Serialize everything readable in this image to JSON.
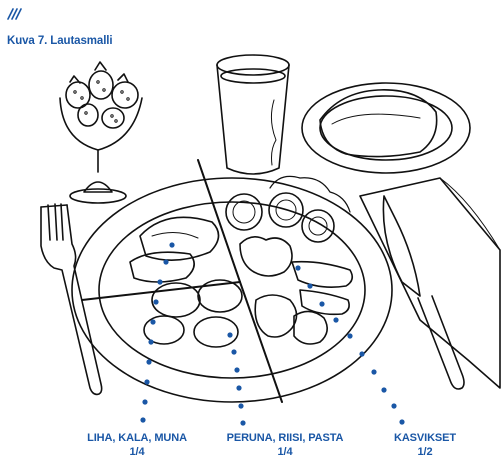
{
  "figure": {
    "title": "Kuva 7. Lautasmalli"
  },
  "labels": [
    {
      "name": "LIHA, KALA, MUNA",
      "fraction": "1/4"
    },
    {
      "name": "PERUNA, RIISI, PASTA",
      "fraction": "1/4"
    },
    {
      "name": "KASVIKSET",
      "fraction": "1/2"
    }
  ],
  "colors": {
    "accent": "#1a57a6",
    "ink": "#111111"
  },
  "icons": {
    "brand": "diagonal-stripes-logo"
  }
}
